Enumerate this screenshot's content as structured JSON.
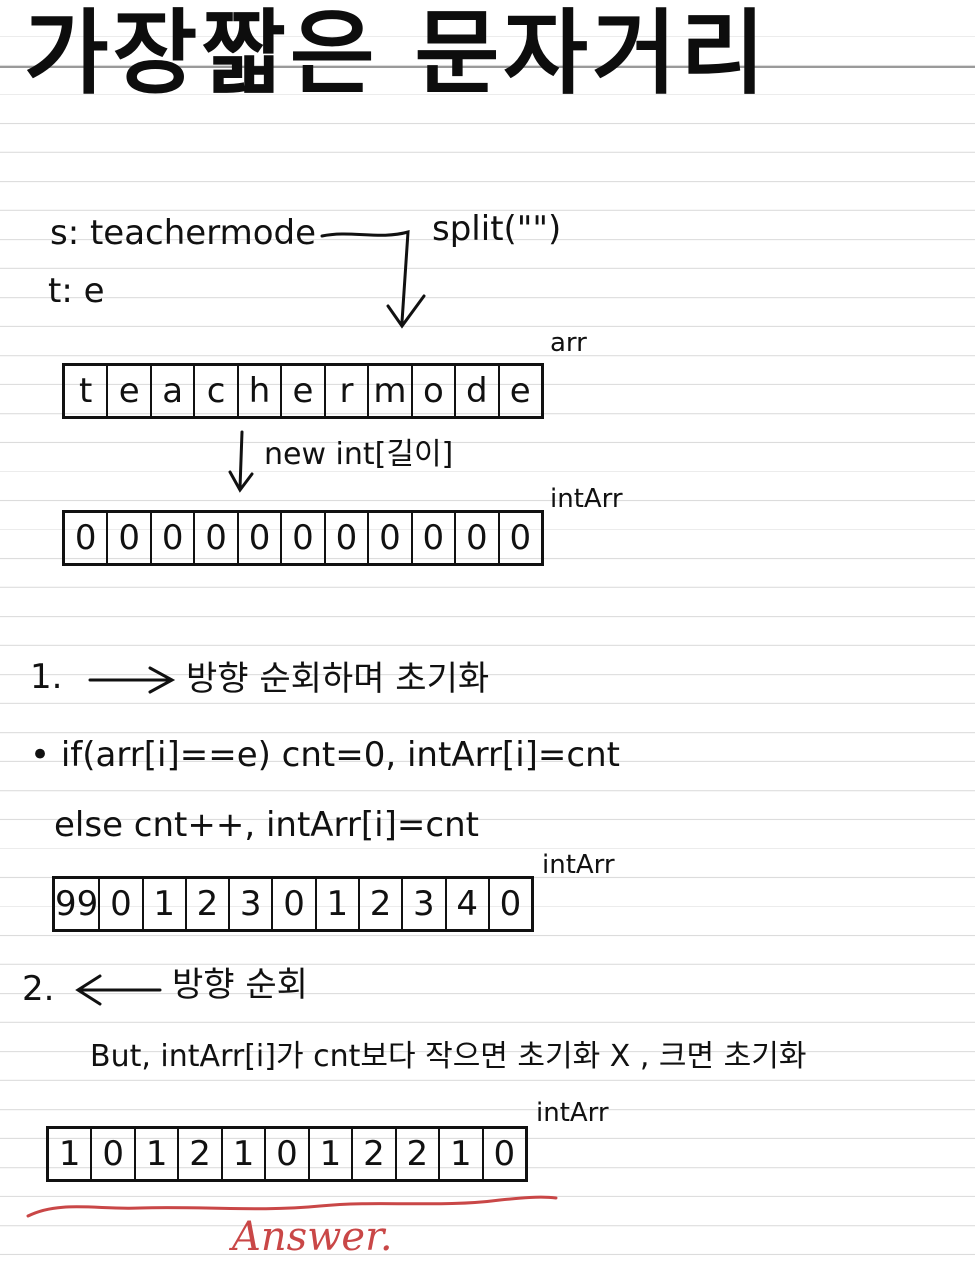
{
  "title": "가장짧은 문자거리",
  "input": {
    "s_line": "s: teachermode",
    "t_line": "t: e",
    "split_label": "split(\"\")"
  },
  "arrays": {
    "arr": {
      "label": "arr",
      "cells": [
        "t",
        "e",
        "a",
        "c",
        "h",
        "e",
        "r",
        "m",
        "o",
        "d",
        "e"
      ]
    },
    "new_int_label": "new int[길이]",
    "intArr0": {
      "label": "intArr",
      "cells": [
        "0",
        "0",
        "0",
        "0",
        "0",
        "0",
        "0",
        "0",
        "0",
        "0",
        "0"
      ]
    },
    "intArr1": {
      "label": "intArr",
      "cells": [
        "99",
        "0",
        "1",
        "2",
        "3",
        "0",
        "1",
        "2",
        "3",
        "4",
        "0"
      ]
    },
    "intArr2": {
      "label": "intArr",
      "cells": [
        "1",
        "0",
        "1",
        "2",
        "1",
        "0",
        "1",
        "2",
        "2",
        "1",
        "0"
      ]
    }
  },
  "step1": {
    "heading_num": "1.",
    "heading_text": "방향 순회하며 초기화",
    "line1": "• if(arr[i]==e)  cnt=0, intArr[i]=cnt",
    "line2": "else  cnt++, intArr[i]=cnt"
  },
  "step2": {
    "heading_num": "2.",
    "heading_text": "방향 순회",
    "line1": "But, intArr[i]가 cnt보다 작으면 초기화 X , 크면 초기화"
  },
  "answer_label": "Answer."
}
